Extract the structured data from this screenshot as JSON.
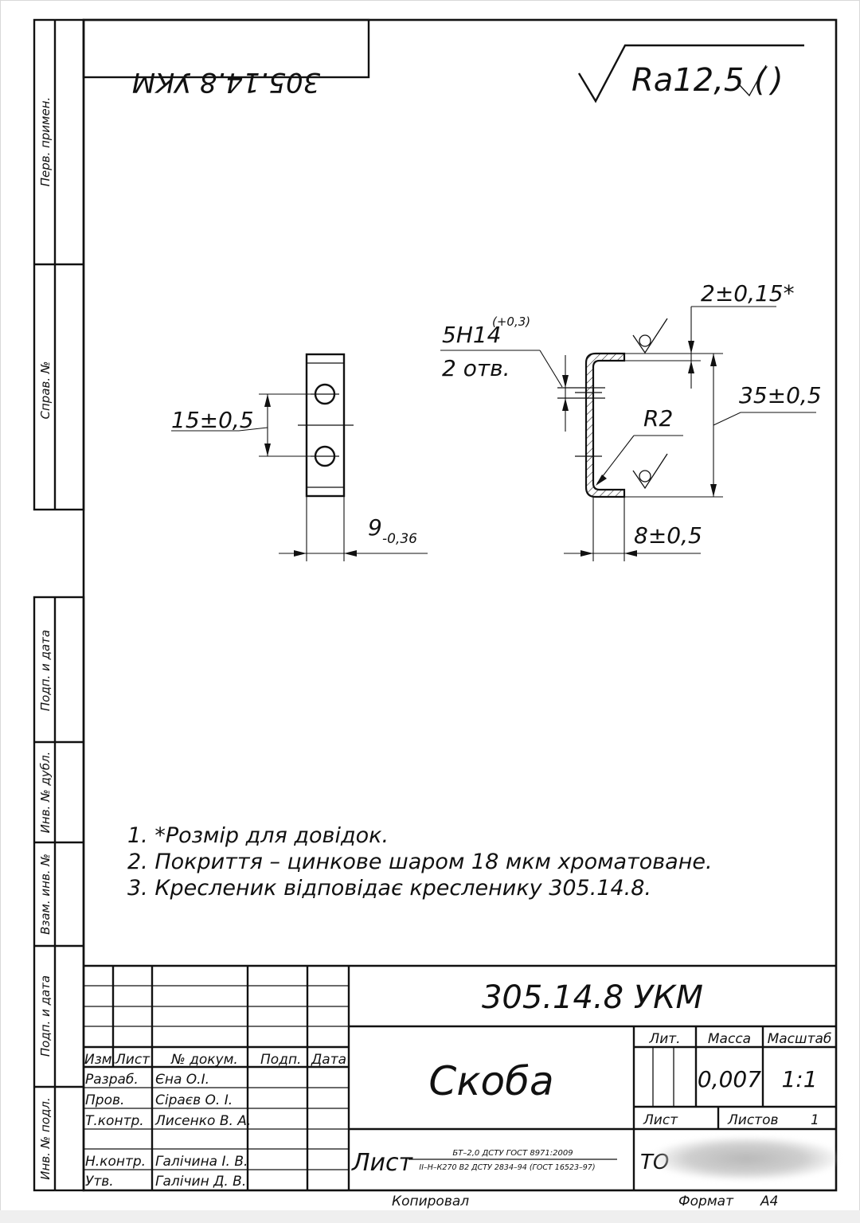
{
  "stamp": {
    "mirrored_code": "305.14.8 УКМ"
  },
  "roughness": {
    "label": "Ra12,5 (",
    "close": ")"
  },
  "side_labels": {
    "perv_primen": "Перв. примен.",
    "sprav_no": "Справ. №",
    "podp_data_1": "Подп. и дата",
    "inv_dubl": "Инв. № дубл.",
    "vzam_inv": "Взам. инв. №",
    "podp_data_2": "Подп. и дата",
    "inv_podl": "Инв. № подл."
  },
  "dimensions": {
    "hole_spacing": "15±0,5",
    "thickness_width": "9",
    "thickness_tol": "-0,36",
    "hole_spec": "5H14",
    "hole_tol": "(+0,3)",
    "hole_count": "2 отв.",
    "reference": "2±0,15*",
    "height": "35±0,5",
    "radius": "R2",
    "flange": "8±0,5"
  },
  "notes": [
    "1.  *Розмір для довідок.",
    "2.  Покриття – цинкове шаром 18 мкм хроматоване.",
    "3.  Кресленик відповідає кресленику 305.14.8."
  ],
  "title_block": {
    "designation": "305.14.8 УКМ",
    "part_name": "Скоба",
    "headers": {
      "izm": "Изм.",
      "list": "Лист",
      "doc": "№ докум.",
      "podp": "Подп.",
      "data": "Дата"
    },
    "roles": {
      "razrab": "Разраб.",
      "prov": "Пров.",
      "tkontr": "Т.контр.",
      "nkontr": "Н.контр.",
      "utv": "Утв."
    },
    "names": {
      "razrab": "Єна О.І.",
      "prov": "Сіраєв О. І.",
      "tkontr": "Лисенко В. А.",
      "nkontr": "Галічина І. В.",
      "utv": "Галічин Д. В."
    },
    "lit": "Лит.",
    "mass": "Масса",
    "scale": "Масштаб",
    "mass_value": "0,007",
    "scale_value": "1:1",
    "sheet": "Лист",
    "sheets": "Листов",
    "sheets_value": "1",
    "material_prefix": "Лист",
    "material_top": "БТ–2,0 ДСТУ ГОСТ 8971:2009",
    "material_bottom": "ІІ–Н–К270 В2 ДСТУ 2834–94 (ГОСТ 16523–97)",
    "org_partial": "ТО"
  },
  "footer": {
    "copied": "Копировал",
    "format": "Формат",
    "format_value": "А4"
  }
}
